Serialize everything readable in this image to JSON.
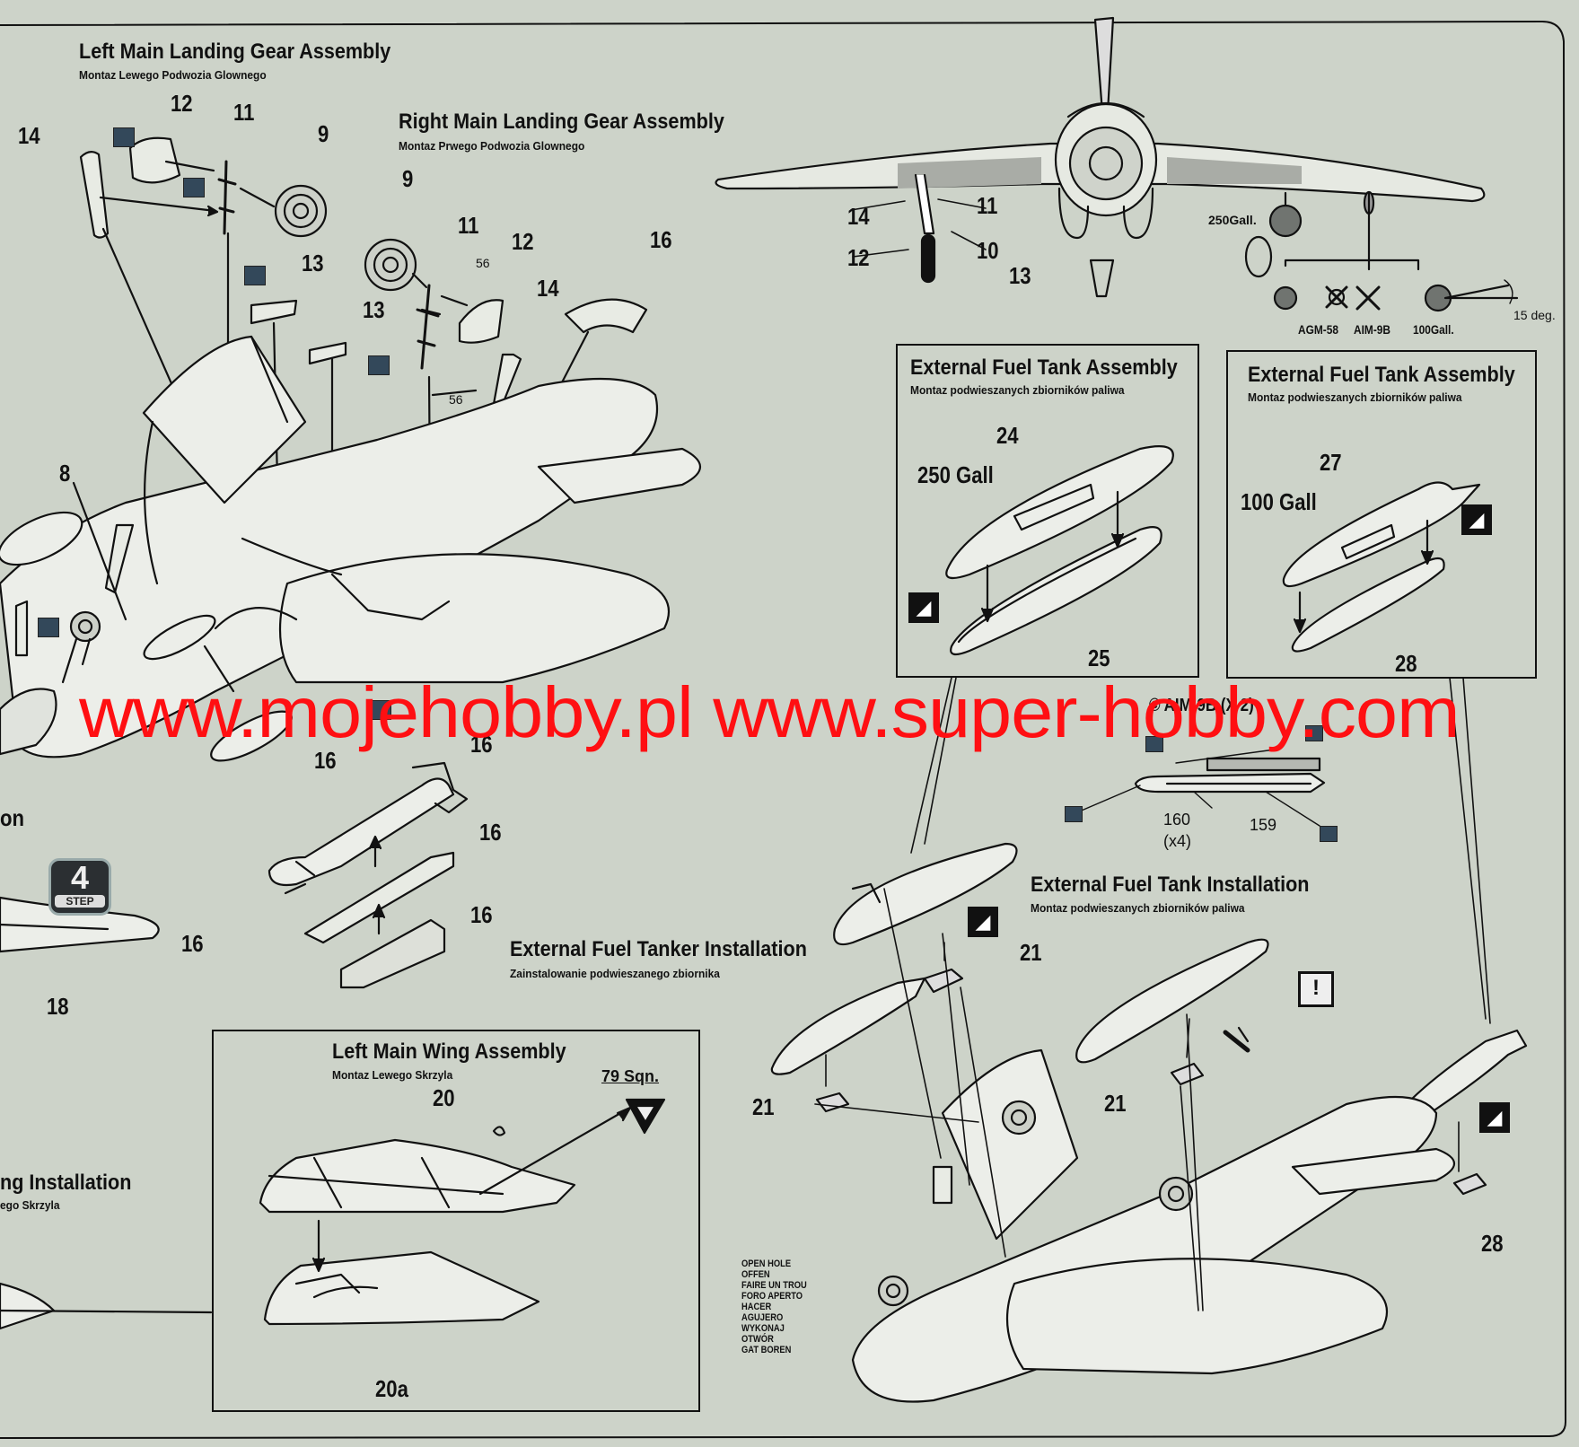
{
  "headings": {
    "left_gear": {
      "title": "Left Main Landing Gear Assembly",
      "subtitle": "Montaz Lewego Podwozia Glownego"
    },
    "right_gear": {
      "title": "Right Main Landing Gear Assembly",
      "subtitle": "Montaz Prwego Podwozia Glownego"
    },
    "fuel_tank_250": {
      "title": "External Fuel Tank Assembly",
      "subtitle": "Montaz podwieszanych zbiorników paliwa"
    },
    "fuel_tank_100": {
      "title": "External Fuel Tank Assembly",
      "subtitle": "Montaz podwieszanych zbiorników paliwa"
    },
    "fuel_tank_install": {
      "title": "External Fuel Tank Installation",
      "subtitle": "Montaz podwieszanych zbiorników paliwa"
    },
    "fuel_tanker_install": {
      "title": "External Fuel Tanker Installation",
      "subtitle": "Zainstalowanie podwieszanego zbiornika"
    },
    "left_wing": {
      "title": "Left Main Wing Assembly",
      "subtitle": "Montaz Lewego Skrzyla"
    },
    "wing_install_partial": {
      "title": "ng Installation",
      "subtitle": "ego Skrzyla"
    }
  },
  "watermark": "www.mojehobby.pl www.super-hobby.com",
  "step": {
    "number": "4",
    "label": "STEP"
  },
  "front_view": {
    "labels": {
      "tank250": "250Gall.",
      "agm": "AGM-58",
      "aim": "AIM-9B",
      "tank100": "100Gall.",
      "angle": "15 deg."
    }
  },
  "tank_labels": {
    "g250": "250 Gall",
    "g100": "100 Gall"
  },
  "aim9b": {
    "title": "© AIM-9B (X 2)",
    "count": "(x4)"
  },
  "squadron": "79 Sqn.",
  "partial_on": "on",
  "open_hole": [
    "OPEN HOLE",
    "OFFEN",
    "FAIRE UN TROU",
    "FORO APERTO",
    "HACER",
    "AGUJERO",
    "WYKONAJ",
    "OTWÓR",
    "GAT BOREN"
  ],
  "part_numbers": {
    "p14a": "14",
    "p12a": "12",
    "p11a": "11",
    "p9a": "9",
    "p13a": "13",
    "p9b": "9",
    "p11b": "11",
    "p12b": "12",
    "p16a": "16",
    "p56a": "56",
    "p14b": "14",
    "p13b": "13",
    "p56b": "56",
    "p8": "8",
    "p16b": "16",
    "p16c": "16",
    "p16d": "16",
    "p16e": "16",
    "p16f": "16",
    "p18": "18",
    "fv14": "14",
    "fv11": "11",
    "fv12": "12",
    "fv10": "10",
    "fv13": "13",
    "p24": "24",
    "p25": "25",
    "p27": "27",
    "p28a": "28",
    "p160": "160",
    "p159": "159",
    "p21a": "21",
    "p21b": "21",
    "p21c": "21",
    "p28b": "28",
    "p20": "20",
    "p20a": "20a"
  },
  "colors": {
    "background": "#cdd3c9",
    "watermark": "#ff0f12",
    "line": "#111111",
    "badge": "#33485a"
  }
}
